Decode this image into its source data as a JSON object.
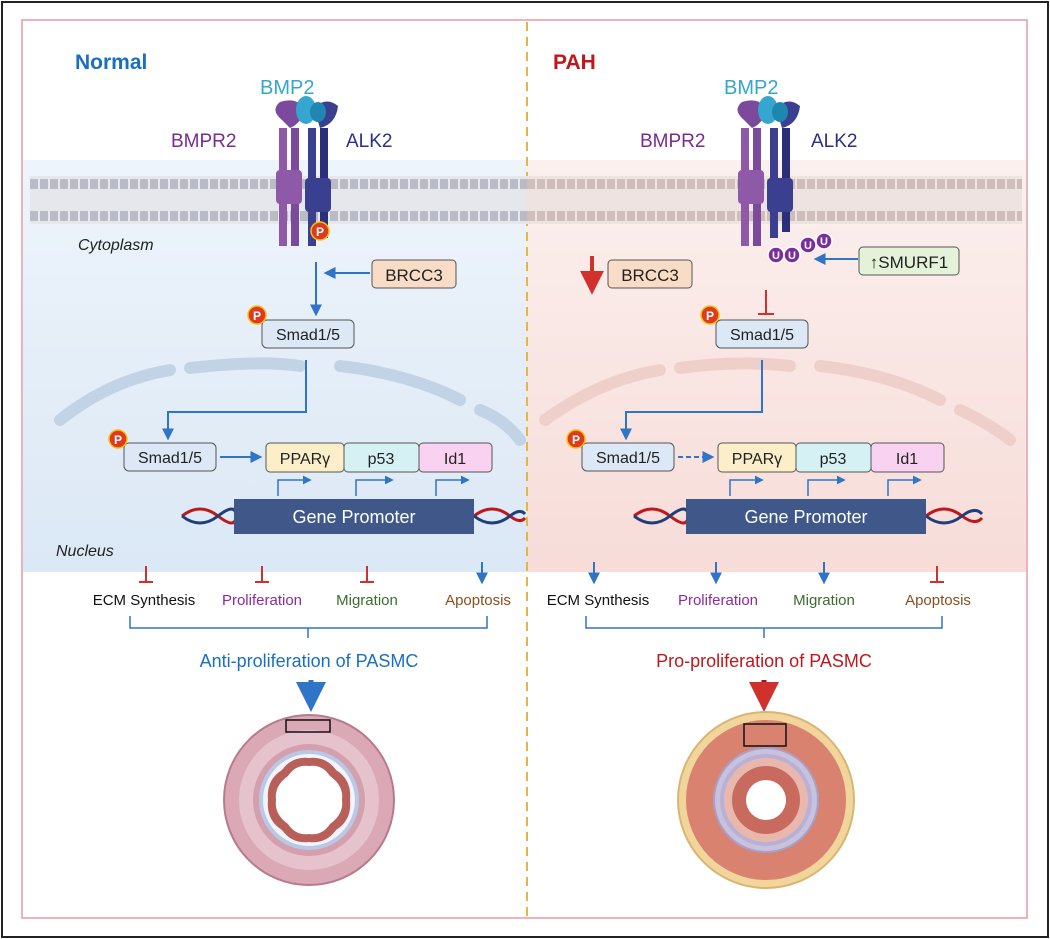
{
  "panels": {
    "normal": {
      "title": "Normal",
      "ligand": "BMP2",
      "receptor_type2": "BMPR2",
      "receptor_type1": "ALK2",
      "cytoplasm_label": "Cytoplasm",
      "nucleus_label": "Nucleus",
      "regulator": "BRCC3",
      "smad_cyto": "Smad1/5",
      "smad_nuc": "Smad1/5",
      "targets": [
        "PPARγ",
        "p53",
        "Id1"
      ],
      "promoter": "Gene Promoter",
      "outcomes": [
        "ECM Synthesis",
        "Proliferation",
        "Migration",
        "Apoptosis"
      ],
      "summary": "Anti-proliferation of PASMC"
    },
    "pah": {
      "title": "PAH",
      "ligand": "BMP2",
      "receptor_type2": "BMPR2",
      "receptor_type1": "ALK2",
      "regulator": "BRCC3",
      "ubiquitin_ligase": "↑SMURF1",
      "smad_cyto": "Smad1/5",
      "smad_nuc": "Smad1/5",
      "targets": [
        "PPARγ",
        "p53",
        "Id1"
      ],
      "promoter": "Gene Promoter",
      "outcomes": [
        "ECM Synthesis",
        "Proliferation",
        "Migration",
        "Apoptosis"
      ],
      "summary": "Pro-proliferation of PASMC"
    }
  },
  "phospho_label": "P",
  "ubiquitin_label": "U",
  "colors": {
    "normal_title": "#1a6fbf",
    "pah_title": "#c0171c",
    "bmp2": "#35a6cf",
    "bmpr2": "#7b2a8e",
    "alk2": "#2b2f8a",
    "arrow_blue": "#2f74c7",
    "inhibit_red": "#d0312d",
    "proliferation": "#8e2a9a",
    "migration": "#3c6b2e",
    "apoptosis": "#8a4f1f"
  }
}
